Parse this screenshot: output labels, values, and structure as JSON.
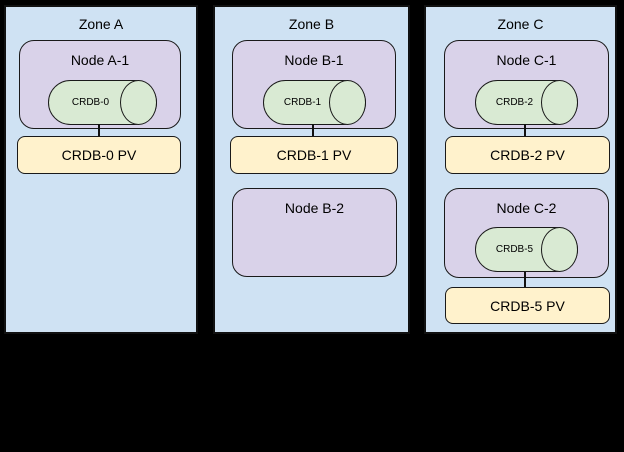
{
  "colors": {
    "background": "#000000",
    "zone_fill": "#cfe2f3",
    "node_fill": "#d9d2e9",
    "pod_fill": "#d9ead3",
    "pv_fill": "#fff2cc",
    "stroke": "#1a1a1a"
  },
  "zones": [
    {
      "label": "Zone A",
      "nodes": [
        {
          "label": "Node A-1",
          "pod": {
            "label": "CRDB-0"
          },
          "pv": {
            "label": "CRDB-0 PV"
          }
        }
      ]
    },
    {
      "label": "Zone B",
      "nodes": [
        {
          "label": "Node B-1",
          "pod": {
            "label": "CRDB-1"
          },
          "pv": {
            "label": "CRDB-1 PV"
          }
        },
        {
          "label": "Node B-2"
        }
      ]
    },
    {
      "label": "Zone C",
      "nodes": [
        {
          "label": "Node C-1",
          "pod": {
            "label": "CRDB-2"
          },
          "pv": {
            "label": "CRDB-2 PV"
          }
        },
        {
          "label": "Node C-2",
          "pod": {
            "label": "CRDB-5"
          },
          "pv": {
            "label": "CRDB-5 PV"
          }
        }
      ]
    }
  ]
}
